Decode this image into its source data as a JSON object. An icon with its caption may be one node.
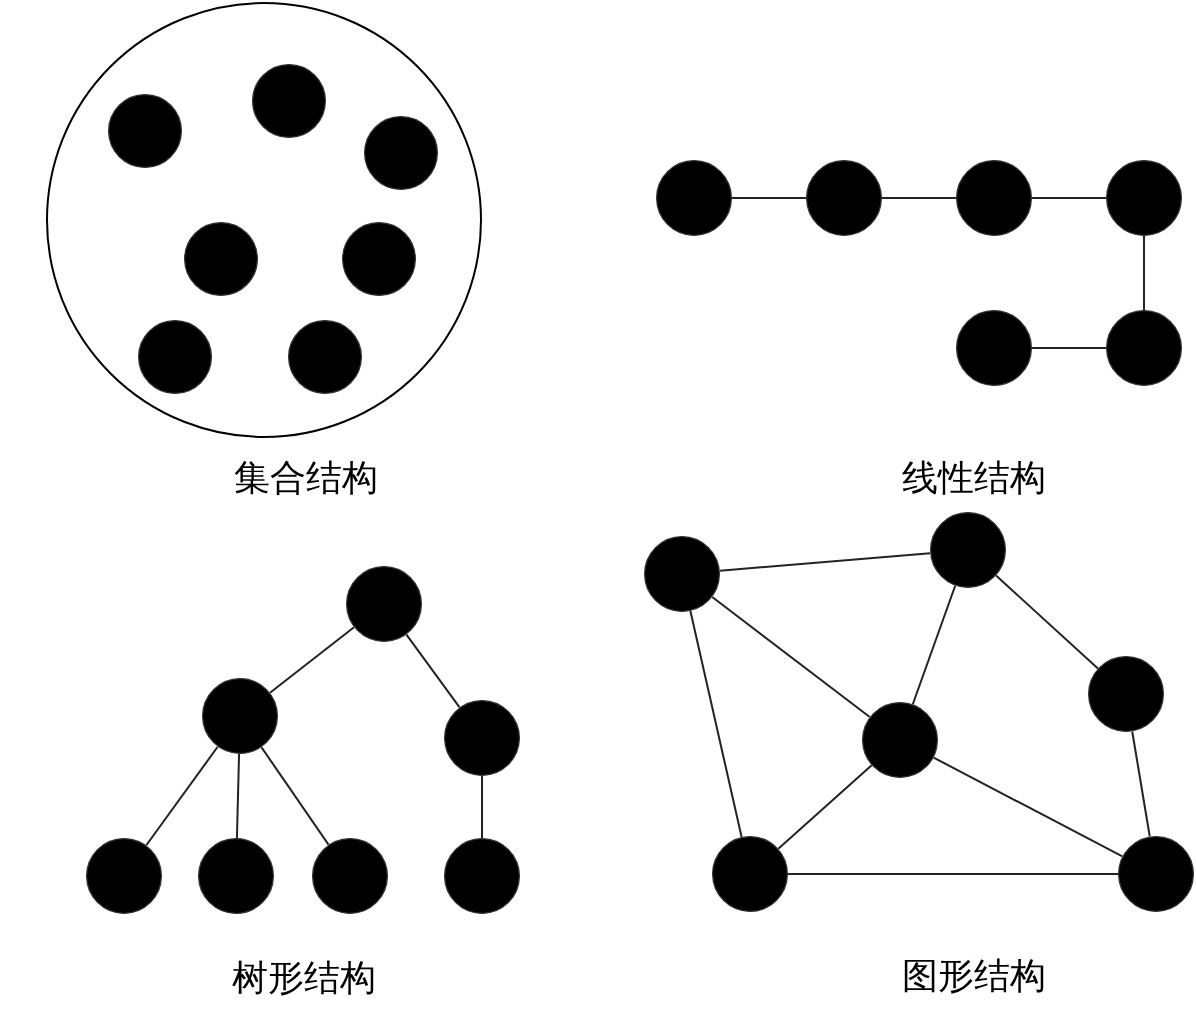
{
  "diagram": {
    "nodes": [
      {
        "text": [],
        "shape": "circle"
      },
      {
        "text": [],
        "shape": "circle",
        "in": 0
      },
      {
        "text": [],
        "shape": "circle",
        "in": 0
      },
      {
        "text": [],
        "shape": "circle",
        "in": 0
      },
      {
        "text": [],
        "shape": "circle",
        "in": 0
      },
      {
        "text": [],
        "shape": "circle",
        "in": 0
      },
      {
        "text": [],
        "shape": "circle",
        "in": 0
      },
      {
        "text": [],
        "shape": "circle",
        "in": 0
      },
      {
        "text": [],
        "shape": "circle"
      },
      {
        "text": [],
        "shape": "circle"
      },
      {
        "text": [],
        "shape": "circle"
      },
      {
        "text": [],
        "shape": "circle"
      },
      {
        "text": [],
        "shape": "circle"
      },
      {
        "text": [],
        "shape": "circle"
      },
      {
        "text": [],
        "shape": "circle"
      },
      {
        "text": [],
        "shape": "circle"
      },
      {
        "text": [],
        "shape": "circle"
      },
      {
        "text": [],
        "shape": "circle"
      },
      {
        "text": [],
        "shape": "circle"
      },
      {
        "text": [],
        "shape": "circle"
      },
      {
        "text": [],
        "shape": "circle"
      },
      {
        "text": [],
        "shape": "circle"
      },
      {
        "text": [],
        "shape": "circle"
      },
      {
        "text": [],
        "shape": "circle"
      },
      {
        "text": [],
        "shape": "circle"
      },
      {
        "text": [],
        "shape": "circle"
      },
      {
        "text": [],
        "shape": "circle"
      }
    ],
    "edges": [
      {
        "from": 8,
        "to": 9,
        "arrow": "none"
      },
      {
        "from": 9,
        "to": 10,
        "arrow": "none"
      },
      {
        "from": 10,
        "to": 11,
        "arrow": "none"
      },
      {
        "from": 11,
        "to": 12,
        "arrow": "none"
      },
      {
        "from": 12,
        "to": 13,
        "arrow": "none"
      },
      {
        "from": 14,
        "to": 15,
        "arrow": "none"
      },
      {
        "from": 14,
        "to": 16,
        "arrow": "none"
      },
      {
        "from": 15,
        "to": 17,
        "arrow": "none"
      },
      {
        "from": 15,
        "to": 18,
        "arrow": "none"
      },
      {
        "from": 15,
        "to": 19,
        "arrow": "none"
      },
      {
        "from": 16,
        "to": 20,
        "arrow": "none"
      },
      {
        "from": 21,
        "to": 22,
        "arrow": "none"
      },
      {
        "from": 21,
        "to": 24,
        "arrow": "none"
      },
      {
        "from": 21,
        "to": 25,
        "arrow": "none"
      },
      {
        "from": 22,
        "to": 24,
        "arrow": "none"
      },
      {
        "from": 22,
        "to": 23,
        "arrow": "none"
      },
      {
        "from": 23,
        "to": 26,
        "arrow": "none"
      },
      {
        "from": 24,
        "to": 25,
        "arrow": "none"
      },
      {
        "from": 24,
        "to": 26,
        "arrow": "none"
      },
      {
        "from": 25,
        "to": 26,
        "arrow": "none"
      }
    ],
    "labels": [
      "集合结构",
      "线性结构",
      "树形结构",
      "图形结构"
    ]
  }
}
